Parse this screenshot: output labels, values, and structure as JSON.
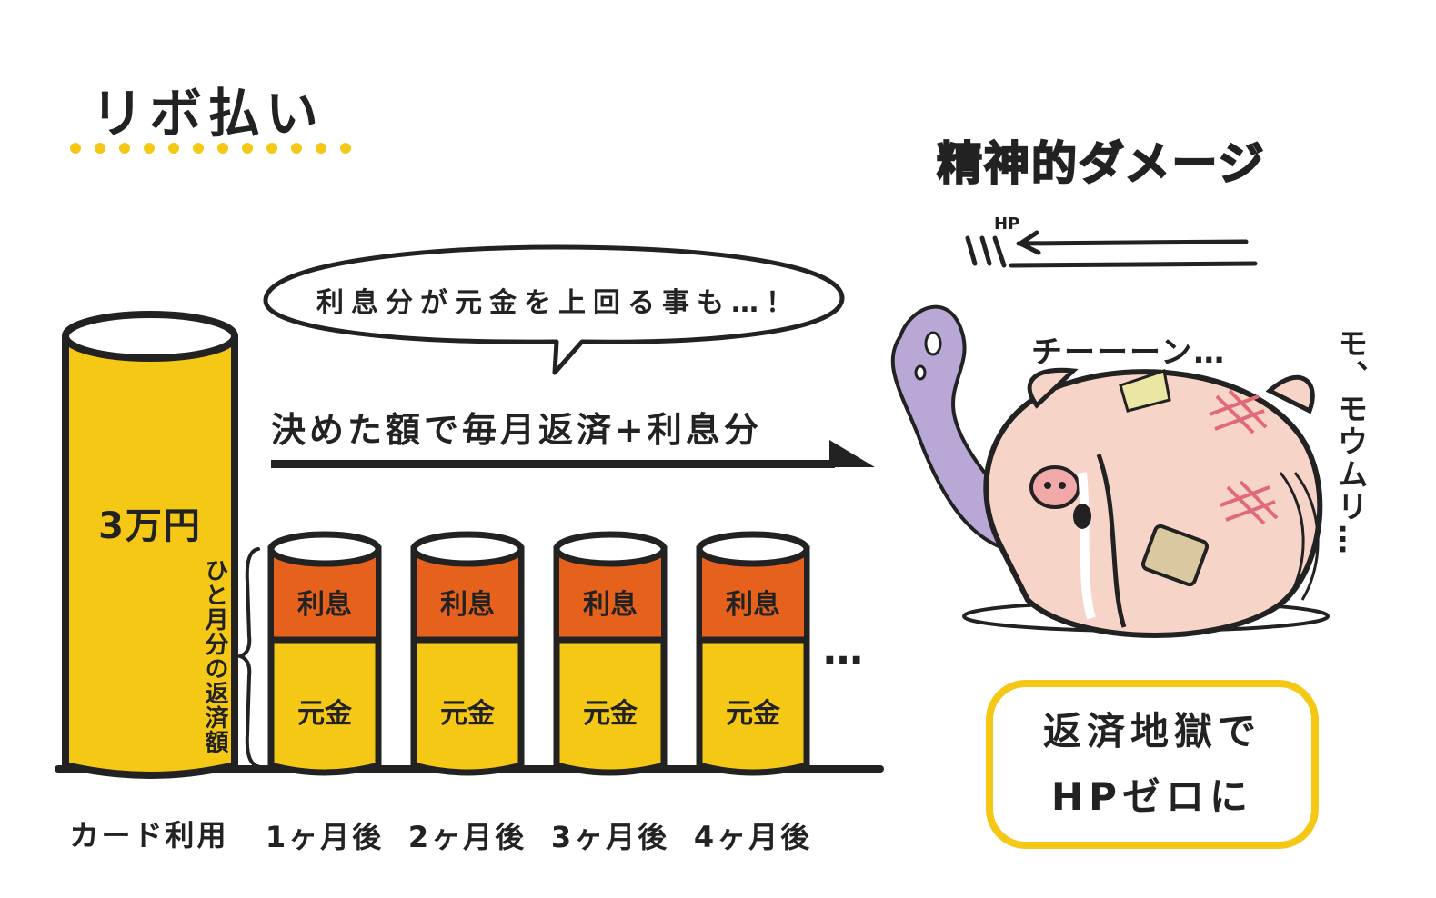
{
  "title": "リボ払い",
  "damage_title": "精神的ダメージ",
  "bubble": "利息分が元金を上回る事も…！",
  "arrow_text": "決めた額で毎月返済+利息分",
  "big_bar": {
    "label": "3万円",
    "note": "ひと月分の返済額"
  },
  "small_bars": [
    {
      "top_label": "利息",
      "bottom_label": "元金"
    },
    {
      "top_label": "利息",
      "bottom_label": "元金"
    },
    {
      "top_label": "利息",
      "bottom_label": "元金"
    },
    {
      "top_label": "利息",
      "bottom_label": "元金"
    }
  ],
  "x_labels": [
    "カード利用",
    "1ヶ月後",
    "2ヶ月後",
    "3ヶ月後",
    "4ヶ月後"
  ],
  "ellipsis": "…",
  "hell_box": {
    "line1": "返済地獄で",
    "line2": "HPゼロに"
  },
  "hp_label": "HP",
  "sfx": {
    "chiin": "チーーーン…",
    "momo": "モ、モウムリ…"
  },
  "colors": {
    "yellow": "#f5c816",
    "orange": "#e5611c",
    "ink": "#222222",
    "pig": "#f7d4c8",
    "stitch": "#e06a78",
    "soul": "#b9a8d6"
  }
}
